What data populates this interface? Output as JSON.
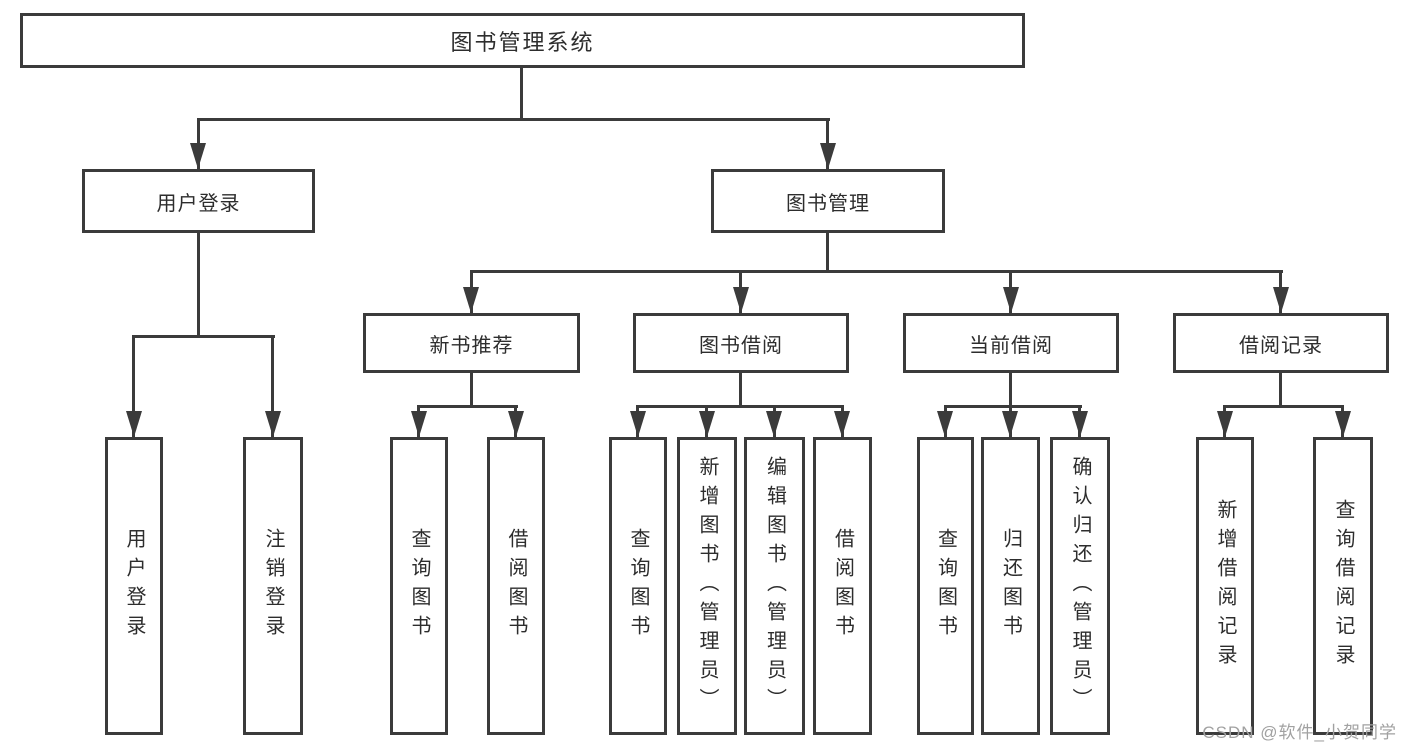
{
  "tree": {
    "label": "图书管理系统",
    "children": [
      {
        "label": "用户登录",
        "children": [
          {
            "label": "用户登录"
          },
          {
            "label": "注销登录"
          }
        ]
      },
      {
        "label": "图书管理",
        "children": [
          {
            "label": "新书推荐",
            "children": [
              {
                "label": "查询图书"
              },
              {
                "label": "借阅图书"
              }
            ]
          },
          {
            "label": "图书借阅",
            "children": [
              {
                "label": "查询图书"
              },
              {
                "label": "新增图书（管理员）"
              },
              {
                "label": "编辑图书（管理员）"
              },
              {
                "label": "借阅图书"
              }
            ]
          },
          {
            "label": "当前借阅",
            "children": [
              {
                "label": "查询图书"
              },
              {
                "label": "归还图书"
              },
              {
                "label": "确认归还（管理员）"
              }
            ]
          },
          {
            "label": "借阅记录",
            "children": [
              {
                "label": "新增借阅记录"
              },
              {
                "label": "查询借阅记录"
              }
            ]
          }
        ]
      }
    ]
  },
  "watermark": {
    "text": "CSDN @软件_小贺同学"
  },
  "colors": {
    "line": "#3b3b3b",
    "text": "#2d2d2d",
    "watermark": "#a1a1a1",
    "background": "#ffffff"
  }
}
